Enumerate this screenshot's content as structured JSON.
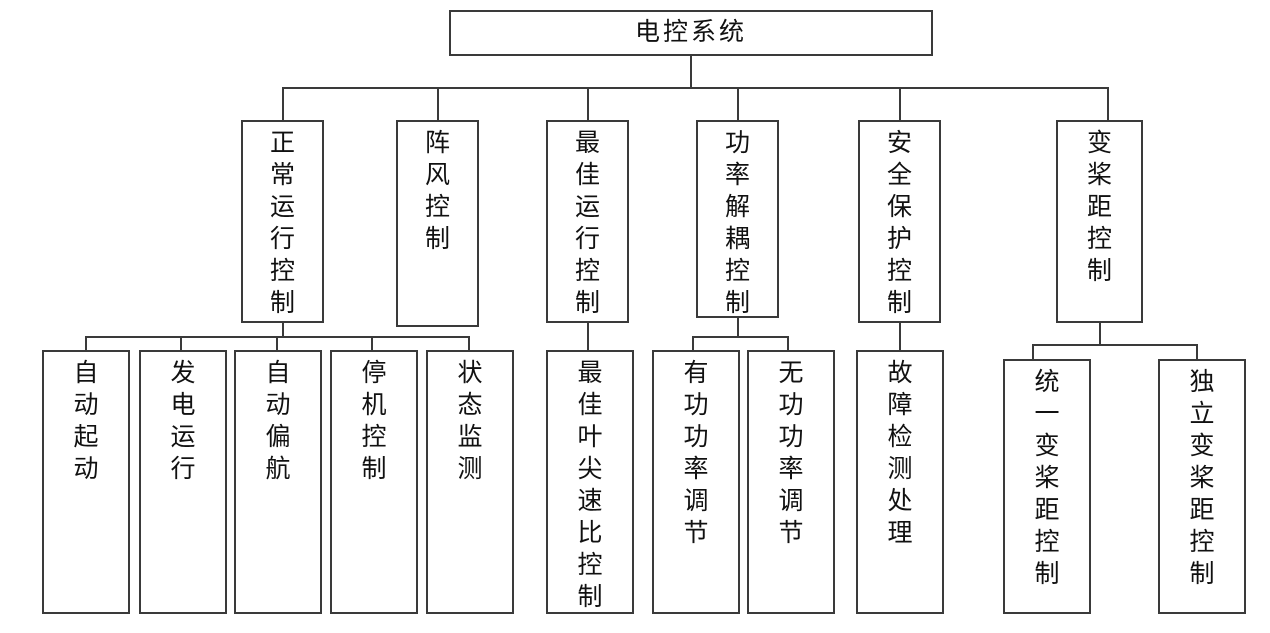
{
  "diagram": {
    "title": "电控系统",
    "type": "tree-hierarchy",
    "root": {
      "id": "root",
      "label": "电控系统"
    },
    "level2": [
      {
        "id": "normal-operation-control",
        "label": "正常运行控制"
      },
      {
        "id": "gust-control",
        "label": "阵风控制"
      },
      {
        "id": "optimal-operation-control",
        "label": "最佳运行控制"
      },
      {
        "id": "power-decoupling-control",
        "label": "功率解耦控制"
      },
      {
        "id": "safety-protection-control",
        "label": "安全保护控制"
      },
      {
        "id": "pitch-control",
        "label": "变桨距控制"
      }
    ],
    "level3": [
      {
        "id": "auto-start",
        "label": "自动起动",
        "parent": "normal-operation-control"
      },
      {
        "id": "power-generation-operation",
        "label": "发电运行",
        "parent": "normal-operation-control"
      },
      {
        "id": "auto-yaw",
        "label": "自动偏航",
        "parent": "normal-operation-control"
      },
      {
        "id": "shutdown-control",
        "label": "停机控制",
        "parent": "normal-operation-control"
      },
      {
        "id": "status-monitoring",
        "label": "状态监测",
        "parent": "normal-operation-control"
      },
      {
        "id": "optimal-tip-speed-ratio-control",
        "label": "最佳叶尖速比控制",
        "parent": "optimal-operation-control"
      },
      {
        "id": "active-power-regulation",
        "label": "有功功率调节",
        "parent": "power-decoupling-control"
      },
      {
        "id": "reactive-power-regulation",
        "label": "无功功率调节",
        "parent": "power-decoupling-control"
      },
      {
        "id": "fault-detection-handling",
        "label": "故障检测处理",
        "parent": "safety-protection-control"
      },
      {
        "id": "unified-pitch-control",
        "label": "统一变桨距控制",
        "parent": "pitch-control"
      },
      {
        "id": "individual-pitch-control",
        "label": "独立变桨距控制",
        "parent": "pitch-control"
      }
    ],
    "colors": {
      "border": "#3a3a3a",
      "background": "#ffffff",
      "text": "#111111"
    }
  }
}
